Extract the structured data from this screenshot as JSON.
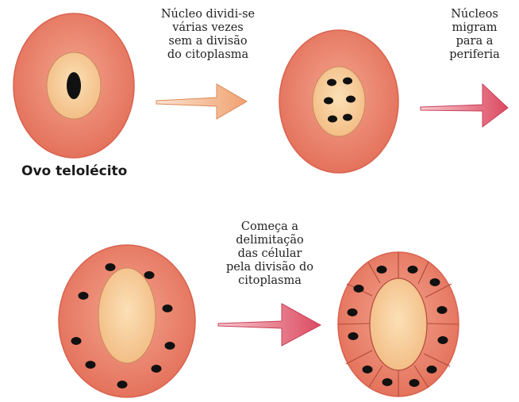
{
  "captions": {
    "step1": [
      "Núcleo dividi-se",
      "várias vezes",
      "sem a divisão",
      "do citoplasma"
    ],
    "step2": [
      "Núcleos",
      "migram",
      "para a",
      "periferia"
    ],
    "step3": [
      "Começa a",
      "delimitação",
      "das célular",
      "pela divisão do",
      "citoplasma"
    ]
  },
  "labels": {
    "egg": "Ovo telolécito"
  },
  "colors": {
    "cytoplasm": "#e8806a",
    "yolk": "#f6c893",
    "nucleus": "#111111",
    "arrow_peach": "#f4b183",
    "arrow_pink": "#e05a6e"
  }
}
